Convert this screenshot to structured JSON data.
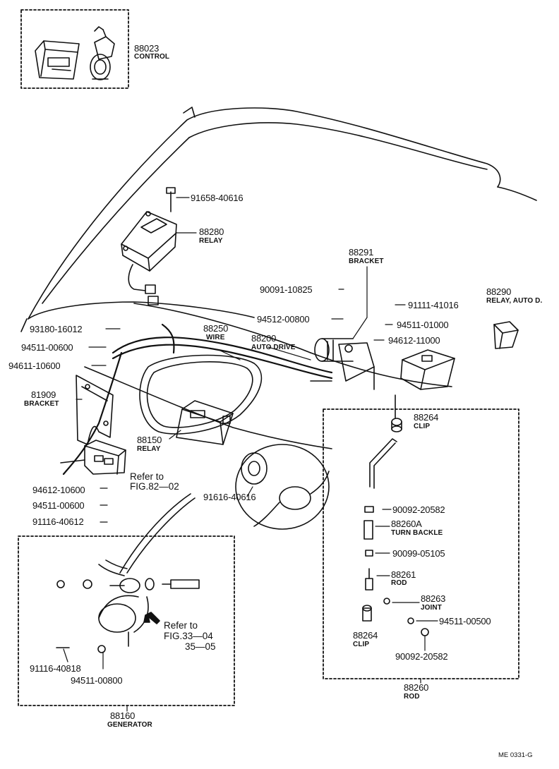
{
  "parts": {
    "p88023": {
      "number": "88023",
      "name": "CONTROL"
    },
    "p91658": {
      "number": "91658-40616"
    },
    "p88280": {
      "number": "88280",
      "name": "RELAY"
    },
    "p88291": {
      "number": "88291",
      "name": "BRACKET"
    },
    "p90091": {
      "number": "90091-10825"
    },
    "p91111": {
      "number": "91111-41016"
    },
    "p88290": {
      "number": "88290",
      "name": "RELAY, AUTO D."
    },
    "p94512": {
      "number": "94512-00800"
    },
    "p94511_01000": {
      "number": "94511-01000"
    },
    "p93180": {
      "number": "93180-16012"
    },
    "p88250": {
      "number": "88250",
      "name": "WIRE"
    },
    "p88200": {
      "number": "88200",
      "name": "AUTO DRIVE"
    },
    "p94612_11000": {
      "number": "94612-11000"
    },
    "p94511_00600a": {
      "number": "94511-00600"
    },
    "p94611_10600": {
      "number": "94611-10600"
    },
    "p81909": {
      "number": "81909",
      "name": "BRACKET"
    },
    "p88264a": {
      "number": "88264",
      "name": "CLIP"
    },
    "p88150": {
      "number": "88150",
      "name": "RELAY"
    },
    "p94612_10600": {
      "number": "94612-10600"
    },
    "p94511_00600b": {
      "number": "94511-00600"
    },
    "p91116_40612": {
      "number": "91116-40612"
    },
    "p91616": {
      "number": "91616-40616"
    },
    "p90092a": {
      "number": "90092-20582"
    },
    "p88260A": {
      "number": "88260A",
      "name": "TURN BACKLE"
    },
    "p90099": {
      "number": "90099-05105"
    },
    "p88261": {
      "number": "88261",
      "name": "ROD"
    },
    "p88263": {
      "number": "88263",
      "name": "JOINT"
    },
    "p94511_00500": {
      "number": "94511-00500"
    },
    "p88264b": {
      "number": "88264",
      "name": "CLIP"
    },
    "p90092b": {
      "number": "90092-20582"
    },
    "p88260": {
      "number": "88260",
      "name": "ROD"
    },
    "p91116_40818": {
      "number": "91116-40818"
    },
    "p94511_00800": {
      "number": "94511-00800"
    },
    "p88160": {
      "number": "88160",
      "name": "GENERATOR"
    }
  },
  "refs": {
    "fig82": {
      "line1": "Refer to",
      "line2": "FIG.82—02"
    },
    "fig33": {
      "line1": "Refer to",
      "line2": "FIG.33—04",
      "line3": "35—05"
    }
  },
  "figure_code": "ME 0331-G"
}
